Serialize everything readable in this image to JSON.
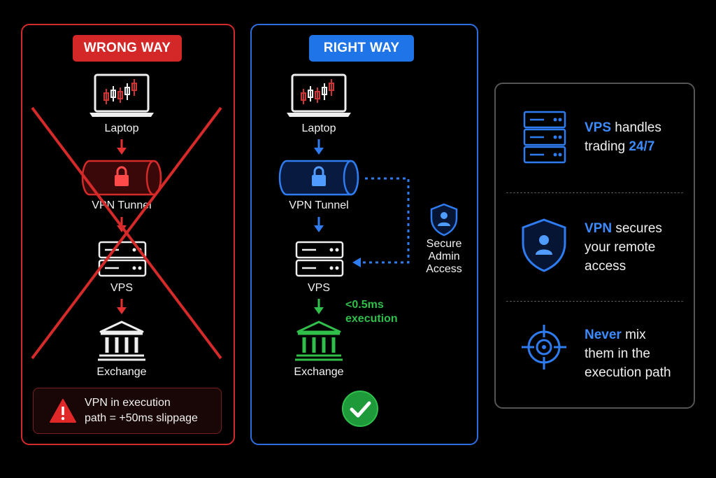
{
  "wrong": {
    "badge": "WRONG WAY",
    "laptop_label": "Laptop",
    "vpn_label": "VPN Tunnel",
    "vps_label": "VPS",
    "exchange_label": "Exchange",
    "warning_line1": "VPN in execution",
    "warning_line2": "path = +50ms slippage",
    "color": "#d42a2a"
  },
  "right": {
    "badge": "RIGHT WAY",
    "laptop_label": "Laptop",
    "vpn_label": "VPN Tunnel",
    "vps_label": "VPS",
    "exchange_label": "Exchange",
    "latency_line1": "<0.5ms",
    "latency_line2": "execution",
    "admin_line1": "Secure",
    "admin_line2": "Admin",
    "admin_line3": "Access",
    "color": "#2e6fe0",
    "ok_color": "#2fbf4a"
  },
  "info": {
    "items": [
      {
        "icon": "server-icon",
        "hl1": "VPS",
        "t1": " handles",
        "t2": "trading ",
        "hl2": "24/7"
      },
      {
        "icon": "shield-user-icon",
        "hl1": "VPN",
        "t1": " secures",
        "t2": "your remote",
        "t3": "access"
      },
      {
        "icon": "crosshair-icon",
        "hl1": "Never",
        "t1": " mix",
        "t2": "them in the",
        "t3": "execution path"
      }
    ]
  }
}
